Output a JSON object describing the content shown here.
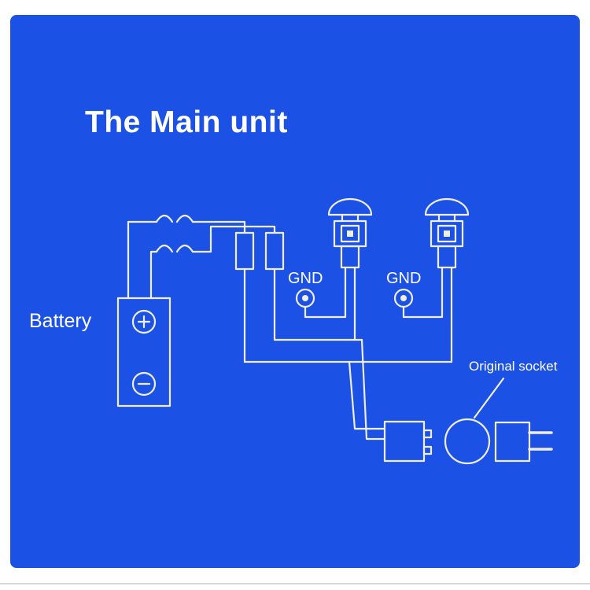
{
  "title": "The Main unit",
  "labels": {
    "battery": "Battery",
    "ground_left": "GND",
    "ground_right": "GND",
    "original_socket": "Original socket"
  },
  "colors": {
    "page": "#ffffff",
    "background": "#1c51e5",
    "line": "#efeee0",
    "text": "#ffffff"
  },
  "components": [
    "battery",
    "fuse-1",
    "fuse-2",
    "relay-1",
    "relay-2",
    "horn-1",
    "horn-2",
    "ground-terminal-1",
    "ground-terminal-2",
    "connector-block",
    "original-socket",
    "power-plug"
  ]
}
